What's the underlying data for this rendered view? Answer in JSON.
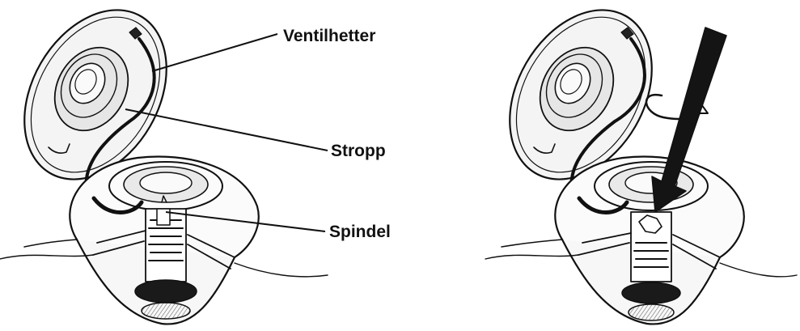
{
  "labels": {
    "valve_cap": "Ventilhetter",
    "strap": "Stropp",
    "spindle": "Spindel"
  },
  "colors": {
    "ink": "#111111",
    "background": "#ffffff",
    "shade": "#d9d9d9",
    "dark_fill": "#1a1a1a"
  }
}
